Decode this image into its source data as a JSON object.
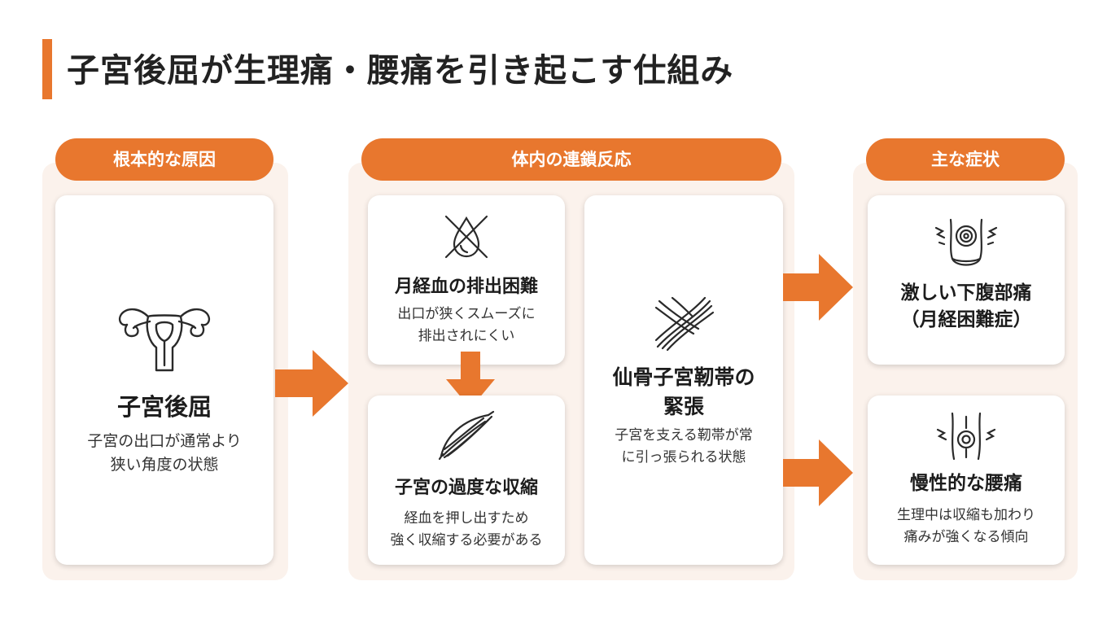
{
  "page": {
    "title": "子宮後屈が生理痛・腰痛を引き起こす仕組み"
  },
  "colors": {
    "accent": "#e8772e",
    "panel": "#fbf2ec",
    "card": "#ffffff",
    "text": "#222222"
  },
  "sections": {
    "root_cause": {
      "label": "根本的な原因",
      "card": {
        "icon": "uterus-icon",
        "title": "子宮後屈",
        "desc": "子宮の出口が通常より\n狭い角度の状態"
      }
    },
    "chain": {
      "label": "体内の連鎖反応",
      "blood": {
        "icon": "blocked-drop-icon",
        "title": "月経血の排出困難",
        "desc": "出口が狭くスムーズに\n排出されにくい"
      },
      "contraction": {
        "icon": "muscle-icon",
        "title": "子宮の過度な収縮",
        "desc": "経血を押し出すため\n強く収縮する必要がある"
      },
      "ligament": {
        "icon": "ligament-tension-icon",
        "title": "仙骨子宮靭帯の\n緊張",
        "desc": "子宮を支える靭帯が常\nに引っ張られる状態"
      }
    },
    "symptoms": {
      "label": "主な症状",
      "abdomen": {
        "icon": "abdomen-pain-icon",
        "title": "激しい下腹部痛\n（月経困難症）"
      },
      "back": {
        "icon": "back-pain-icon",
        "title": "慢性的な腰痛",
        "desc": "生理中は収縮も加わり\n痛みが強くなる傾向"
      }
    }
  }
}
